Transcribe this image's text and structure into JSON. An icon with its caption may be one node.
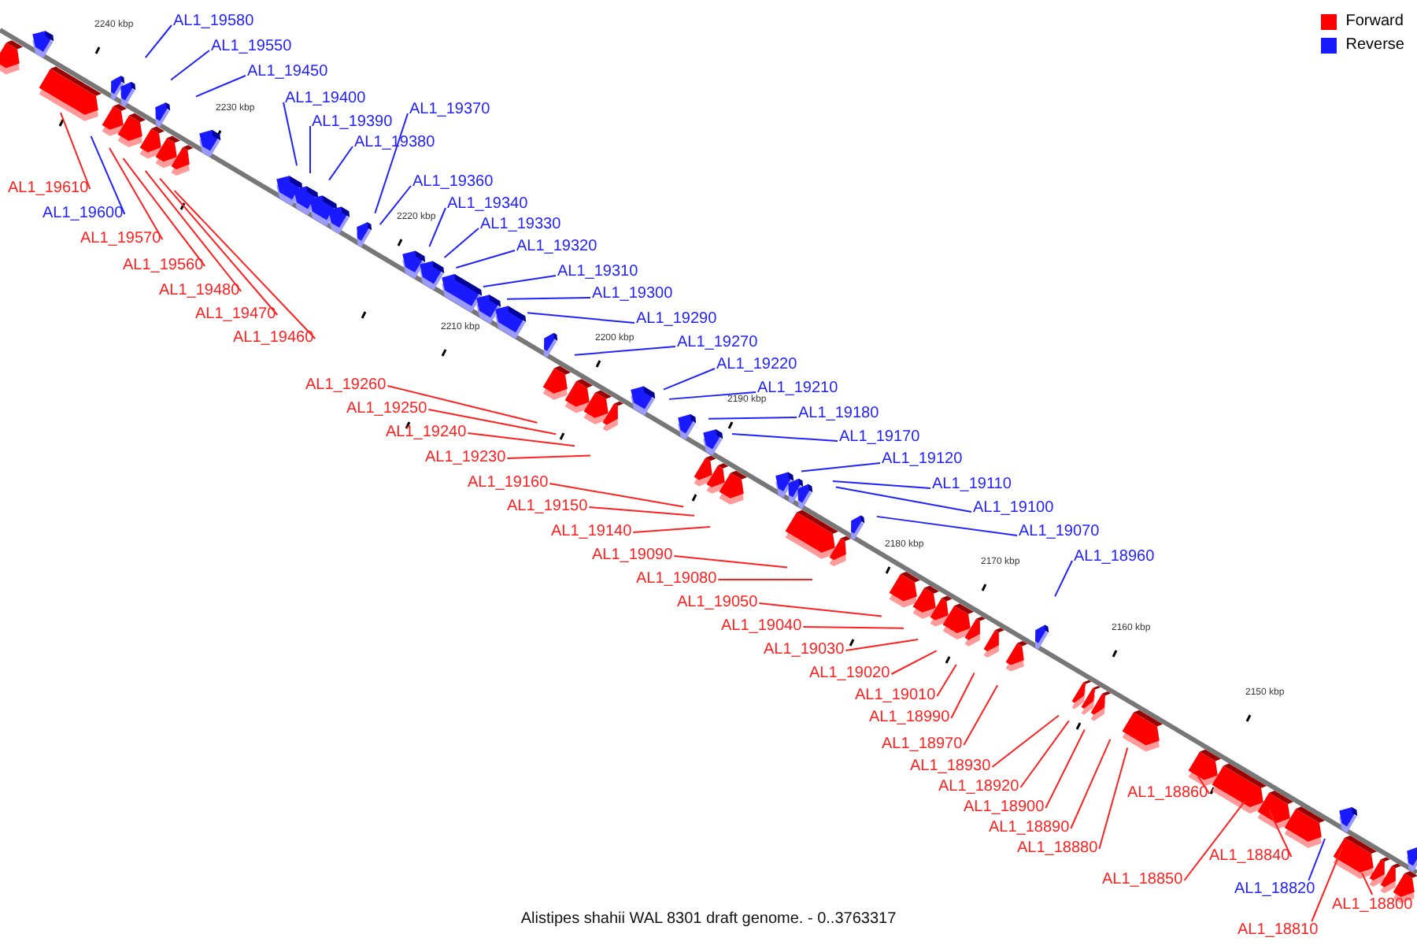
{
  "diagram": {
    "caption": "Alistipes shahii WAL 8301 draft genome. - 0..3763317",
    "nodes": [
      {
        "text": [
          "AL1_19580"
        ]
      },
      {
        "text": [
          "AL1_19550"
        ]
      },
      {
        "text": [
          "AL1_19450"
        ]
      },
      {
        "text": [
          "AL1_19400"
        ]
      },
      {
        "text": [
          "AL1_19370"
        ]
      },
      {
        "text": [
          "AL1_19390"
        ]
      },
      {
        "text": [
          "AL1_19380"
        ]
      },
      {
        "text": [
          "AL1_19360"
        ]
      },
      {
        "text": [
          "AL1_19610"
        ]
      },
      {
        "text": [
          "AL1_19340"
        ]
      },
      {
        "text": [
          "AL1_19600"
        ]
      },
      {
        "text": [
          "AL1_19330"
        ]
      },
      {
        "text": [
          "AL1_19570"
        ]
      },
      {
        "text": [
          "AL1_19320"
        ]
      },
      {
        "text": [
          "AL1_19560"
        ]
      },
      {
        "text": [
          "AL1_19310"
        ]
      },
      {
        "text": [
          "AL1_19480"
        ]
      },
      {
        "text": [
          "AL1_19300"
        ]
      },
      {
        "text": [
          "AL1_19470"
        ]
      },
      {
        "text": [
          "AL1_19290"
        ]
      },
      {
        "text": [
          "AL1_19460"
        ]
      },
      {
        "text": [
          "AL1_19270"
        ]
      },
      {
        "text": [
          "AL1_19220"
        ]
      },
      {
        "text": [
          "AL1_19260"
        ]
      },
      {
        "text": [
          "AL1_19210"
        ]
      },
      {
        "text": [
          "AL1_19250"
        ]
      },
      {
        "text": [
          "AL1_19180"
        ]
      },
      {
        "text": [
          "AL1_19240"
        ]
      },
      {
        "text": [
          "AL1_19170"
        ]
      },
      {
        "text": [
          "AL1_19230"
        ]
      },
      {
        "text": [
          "AL1_19120"
        ]
      },
      {
        "text": [
          "AL1_19160"
        ]
      },
      {
        "text": [
          "AL1_19110"
        ]
      },
      {
        "text": [
          "AL1_19150"
        ]
      },
      {
        "text": [
          "AL1_19100"
        ]
      },
      {
        "text": [
          "AL1_19140"
        ]
      },
      {
        "text": [
          "AL1_19070"
        ]
      },
      {
        "text": [
          "AL1_19090"
        ]
      },
      {
        "text": [
          "AL1_18960"
        ]
      },
      {
        "text": [
          "AL1_19080"
        ]
      },
      {
        "text": [
          "AL1_19050"
        ]
      },
      {
        "text": [
          "AL1_19040"
        ]
      },
      {
        "text": [
          "AL1_19030"
        ]
      },
      {
        "text": [
          "AL1_19020"
        ]
      },
      {
        "text": [
          "AL1_19010"
        ]
      },
      {
        "text": [
          "AL1_18990"
        ]
      },
      {
        "text": [
          "AL1_18970"
        ]
      },
      {
        "text": [
          "AL1_18930"
        ]
      },
      {
        "text": [
          "AL1_18920"
        ]
      },
      {
        "text": [
          "AL1_18900"
        ]
      },
      {
        "text": [
          "AL1_18860"
        ]
      },
      {
        "text": [
          "AL1_18890"
        ]
      },
      {
        "text": [
          "AL1_18880"
        ]
      },
      {
        "text": [
          "AL1_18840"
        ]
      },
      {
        "text": [
          "AL1_18850"
        ]
      },
      {
        "text": [
          "AL1_18820"
        ]
      },
      {
        "text": [
          "AL1_18800"
        ]
      },
      {
        "text": [
          "AL1_18810"
        ]
      }
    ],
    "edges": [
      {
        "from": 0,
        "to": null,
        "arrow": "none",
        "color": "#2222ff"
      },
      {
        "from": 1,
        "to": null,
        "arrow": "none",
        "color": "#2222ff"
      },
      {
        "from": 2,
        "to": null,
        "arrow": "none",
        "color": "#2222ff"
      },
      {
        "from": 3,
        "to": null,
        "arrow": "none",
        "color": "#2222ff"
      },
      {
        "from": 4,
        "to": null,
        "arrow": "none",
        "color": "#2222ff"
      },
      {
        "from": 5,
        "to": null,
        "arrow": "none",
        "color": "#2222ff"
      },
      {
        "from": 6,
        "to": null,
        "arrow": "none",
        "color": "#2222ff"
      },
      {
        "from": 7,
        "to": null,
        "arrow": "none",
        "color": "#2222ff"
      },
      {
        "from": 8,
        "to": null,
        "arrow": "none"
      },
      {
        "from": 9,
        "to": null,
        "arrow": "none",
        "color": "#2222ff"
      },
      {
        "from": 10,
        "to": null,
        "arrow": "none",
        "color": "#2222ff"
      },
      {
        "from": 11,
        "to": null,
        "arrow": "none",
        "color": "#2222ff"
      },
      {
        "from": 12,
        "to": null,
        "arrow": "none"
      },
      {
        "from": 13,
        "to": null,
        "arrow": "none",
        "color": "#2222ff"
      },
      {
        "from": 14,
        "to": null,
        "arrow": "none"
      },
      {
        "from": 15,
        "to": null,
        "arrow": "none",
        "color": "#2222ff"
      },
      {
        "from": 16,
        "to": null,
        "arrow": "none"
      },
      {
        "from": 17,
        "to": null,
        "arrow": "none",
        "color": "#2222ff"
      },
      {
        "from": 18,
        "to": null,
        "arrow": "none"
      },
      {
        "from": 19,
        "to": null,
        "arrow": "none",
        "color": "#2222ff"
      },
      {
        "from": 20,
        "to": null,
        "arrow": "none"
      },
      {
        "from": 21,
        "to": null,
        "arrow": "none",
        "color": "#2222ff"
      },
      {
        "from": 22,
        "to": null,
        "arrow": "none",
        "color": "#2222ff"
      },
      {
        "from": 23,
        "to": null,
        "arrow": "none"
      },
      {
        "from": 24,
        "to": null,
        "arrow": "none",
        "color": "#2222ff"
      },
      {
        "from": 25,
        "to": null,
        "arrow": "none"
      },
      {
        "from": 26,
        "to": null,
        "arrow": "none",
        "color": "#2222ff"
      },
      {
        "from": 27,
        "to": null,
        "arrow": "none"
      },
      {
        "from": 28,
        "to": null,
        "arrow": "none",
        "color": "#2222ff"
      },
      {
        "from": 29,
        "to": null,
        "arrow": "none"
      },
      {
        "from": 30,
        "to": null,
        "arrow": "none",
        "color": "#2222ff"
      },
      {
        "from": 31,
        "to": null,
        "arrow": "none"
      },
      {
        "from": 32,
        "to": null,
        "arrow": "none",
        "color": "#2222ff"
      },
      {
        "from": 33,
        "to": null,
        "arrow": "none"
      },
      {
        "from": 34,
        "to": null,
        "arrow": "none",
        "color": "#2222ff"
      },
      {
        "from": 35,
        "to": null,
        "arrow": "none"
      },
      {
        "from": 36,
        "to": null,
        "arrow": "none",
        "color": "#2222ff"
      },
      {
        "from": 37,
        "to": null,
        "arrow": "none"
      },
      {
        "from": 38,
        "to": null,
        "arrow": "none",
        "color": "#2222ff"
      },
      {
        "from": 39,
        "to": null,
        "arrow": "none"
      },
      {
        "from": 40,
        "to": null,
        "arrow": "none"
      },
      {
        "from": 41,
        "to": null,
        "arrow": "none"
      },
      {
        "from": 42,
        "to": null,
        "arrow": "none"
      },
      {
        "from": 43,
        "to": null,
        "arrow": "none"
      },
      {
        "from": 44,
        "to": null,
        "arrow": "none"
      },
      {
        "from": 45,
        "to": null,
        "arrow": "none"
      },
      {
        "from": 46,
        "to": null,
        "arrow": "none"
      },
      {
        "from": 47,
        "to": null,
        "arrow": "none"
      },
      {
        "from": 48,
        "to": null,
        "arrow": "none"
      },
      {
        "from": 49,
        "to": null,
        "arrow": "none"
      },
      {
        "from": 50,
        "to": null,
        "arrow": "none"
      },
      {
        "from": 51,
        "to": null,
        "arrow": "none"
      },
      {
        "from": 52,
        "to": null,
        "arrow": "none"
      },
      {
        "from": 53,
        "to": null,
        "arrow": "none"
      },
      {
        "from": 54,
        "to": null,
        "arrow": "none"
      },
      {
        "from": 55,
        "to": null,
        "arrow": "none",
        "color": "#2222ff"
      },
      {
        "from": 56,
        "to": null,
        "arrow": "none"
      },
      {
        "from": 57,
        "to": null,
        "arrow": "none"
      }
    ],
    "labels": [
      "2240 kbp",
      "2230 kbp",
      "2220 kbp",
      "2210 kbp",
      "2200 kbp",
      "2190 kbp",
      "2180 kbp",
      "2170 kbp",
      "2160 kbp",
      "2150 kbp"
    ],
    "legend": [
      {
        "text": "Forward",
        "color": "#ff0000"
      },
      {
        "text": "Reverse",
        "color": "#1a1aff"
      }
    ]
  }
}
